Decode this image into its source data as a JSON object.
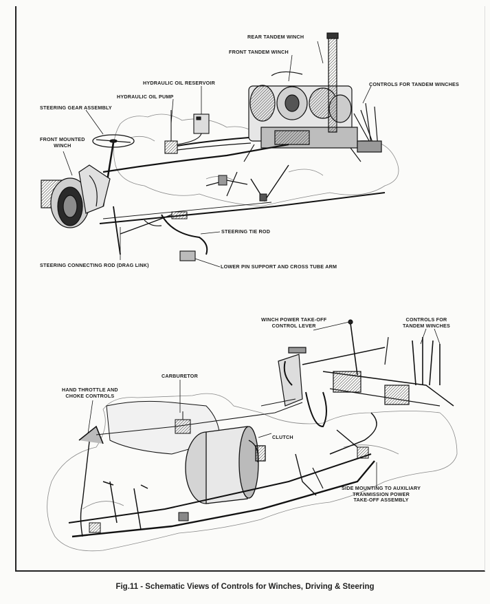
{
  "diagram": {
    "top_labels": {
      "rear_tandem_winch": "REAR TANDEM WINCH",
      "front_tandem_winch": "FRONT TANDEM WINCH",
      "hydraulic_oil_reservoir": "HYDRAULIC OIL RESERVOIR",
      "hydraulic_oil_pump": "HYDRAULIC OIL PUMP",
      "controls_tandem": "CONTROLS FOR TANDEM WINCHES",
      "steering_gear": "STEERING GEAR ASSEMBLY",
      "front_winch_1": "FRONT MOUNTED",
      "front_winch_2": "WINCH",
      "steering_tie_rod": "STEERING TIE ROD",
      "drag_link": "STEERING CONNECTING ROD (DRAG LINK)",
      "lower_pin": "LOWER PIN SUPPORT AND CROSS TUBE ARM"
    },
    "bottom_labels": {
      "winch_pto_1": "WINCH POWER TAKE-OFF",
      "winch_pto_2": "CONTROL LEVER",
      "controls_for_1": "CONTROLS FOR",
      "controls_for_2": "TANDEM WINCHES",
      "carburetor": "CARBURETOR",
      "throttle_1": "HAND THROTTLE AND",
      "throttle_2": "CHOKE CONTROLS",
      "clutch": "CLUTCH",
      "side_mount_1": "SIDE MOUNTING TO AUXILIARY",
      "side_mount_2": "TRANMISSION POWER",
      "side_mount_3": "TAKE-OFF ASSEMBLY"
    },
    "caption": "Fig.11 - Schematic Views of Controls for Winches, Driving & Steering"
  }
}
